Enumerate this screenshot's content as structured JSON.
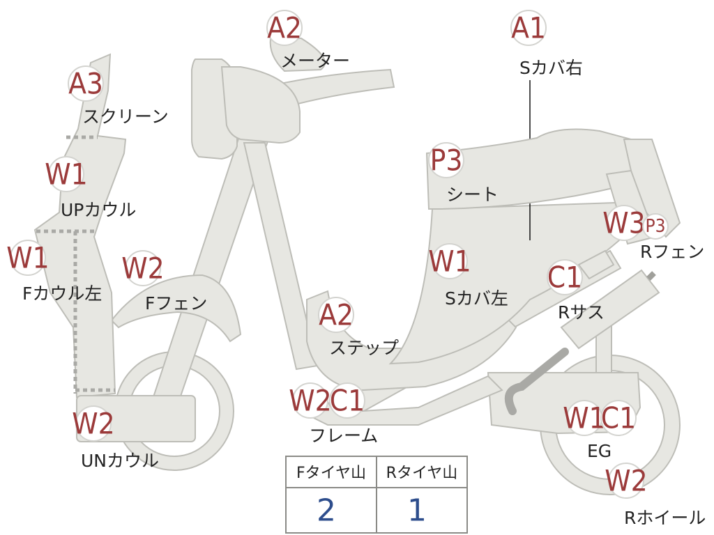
{
  "colors": {
    "part_fill": "#e7e7e2",
    "code": "#9b3a3a",
    "value": "#2d4d8c"
  },
  "parts": [
    {
      "id": "meter",
      "code": "A2",
      "label": "メーター"
    },
    {
      "id": "s-cover-right",
      "code": "A1",
      "label": "Sカバ右"
    },
    {
      "id": "screen",
      "code": "A3",
      "label": "スクリーン"
    },
    {
      "id": "up-cowl",
      "code": "W1",
      "label": "UPカウル"
    },
    {
      "id": "seat",
      "code": "P3",
      "label": "シート"
    },
    {
      "id": "r-fender",
      "code": "W3",
      "code2": "P3",
      "label": "Rフェン"
    },
    {
      "id": "f-cowl-left",
      "code": "W1",
      "label": "Fカウル左"
    },
    {
      "id": "f-fender",
      "code": "W2",
      "label": "Fフェン"
    },
    {
      "id": "s-cover-left",
      "code": "W1",
      "label": "Sカバ左"
    },
    {
      "id": "r-suspension",
      "code": "C1",
      "label": "Rサス"
    },
    {
      "id": "step",
      "code": "A2",
      "label": "ステップ"
    },
    {
      "id": "frame",
      "code": "W2",
      "code2": "C1",
      "label": "フレーム"
    },
    {
      "id": "engine",
      "code": "W1",
      "code2": "C1",
      "label": "EG"
    },
    {
      "id": "un-cowl",
      "code": "W2",
      "label": "UNカウル"
    },
    {
      "id": "r-wheel",
      "code": "W2",
      "label": "Rホイール"
    }
  ],
  "tire_table": {
    "headers": [
      "Fタイヤ山",
      "Rタイヤ山"
    ],
    "values": [
      "2",
      "1"
    ]
  }
}
